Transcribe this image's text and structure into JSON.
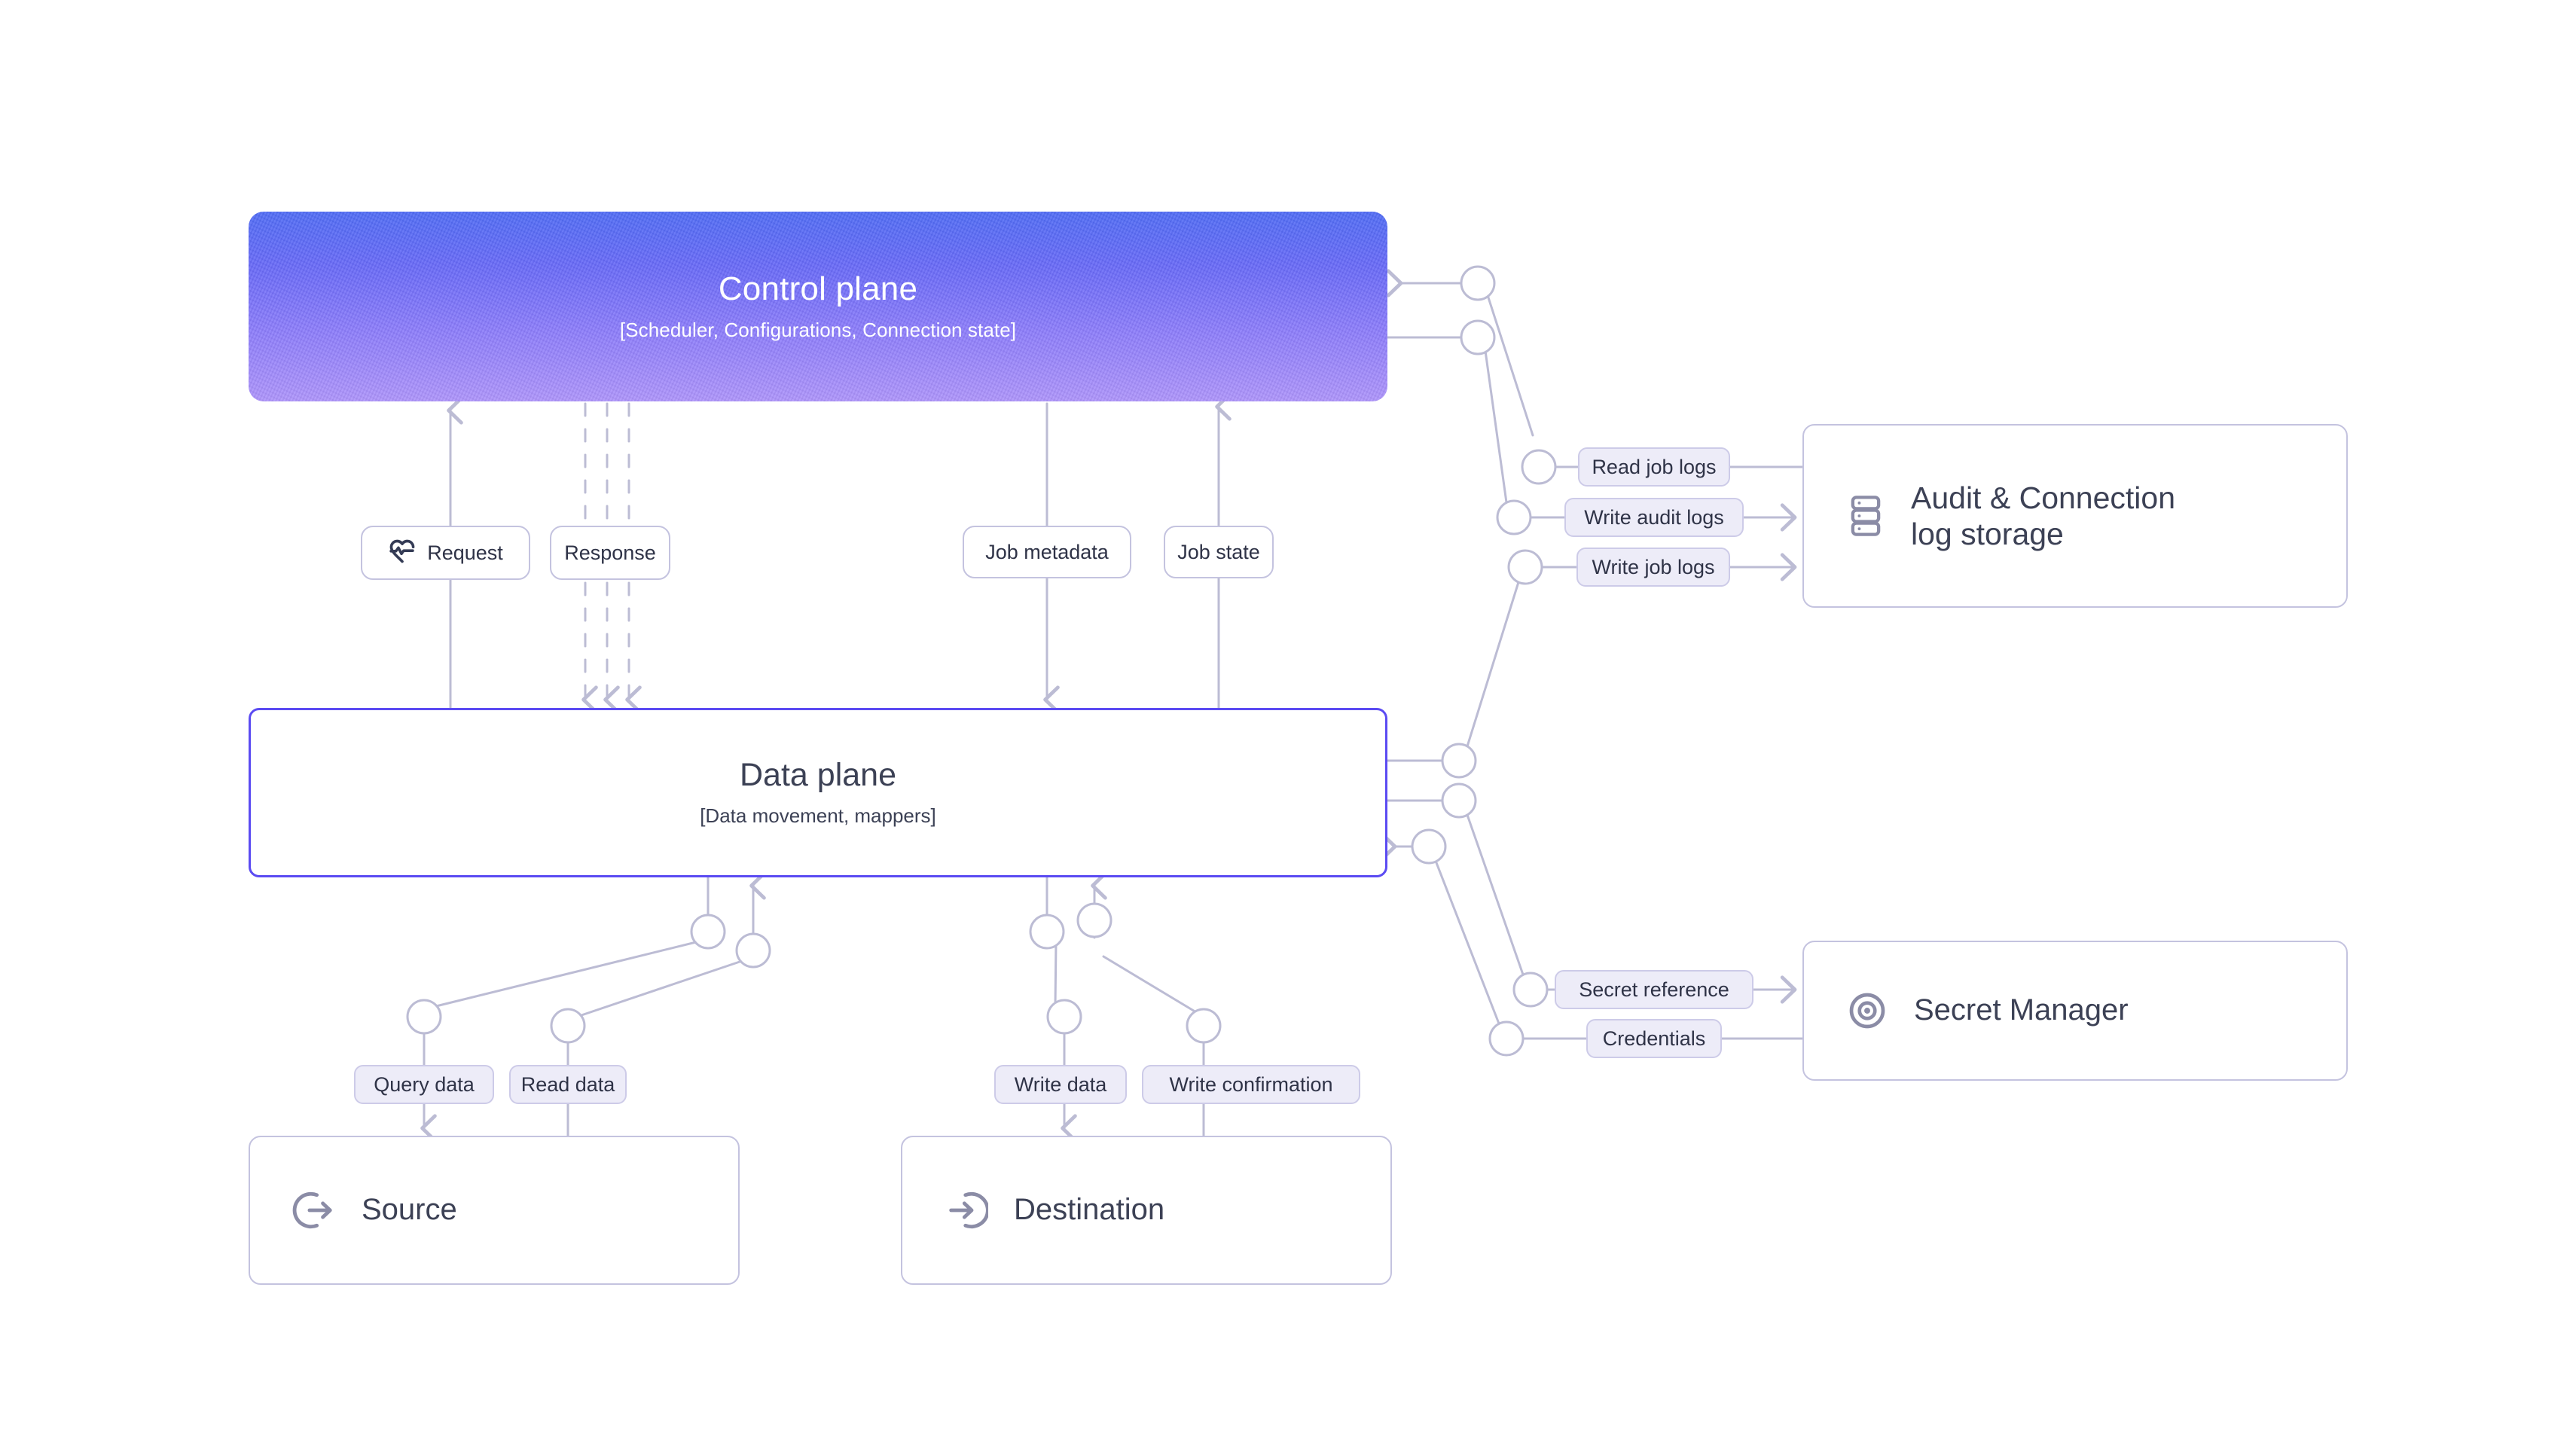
{
  "diagram": {
    "title": "Control plane / Data plane architecture",
    "colors": {
      "control_plane_gradient_from": "#4f6bf5",
      "control_plane_gradient_to": "#ad93fb",
      "data_plane_border": "#5b4bf2",
      "chip_fill": "#edecf8",
      "chip_border": "#cdcbe8",
      "box_border": "#c4c3df",
      "wire": "#bcbcd4",
      "text": "#3c4155",
      "background": "#ffffff"
    }
  },
  "nodes": {
    "control_plane": {
      "title": "Control plane",
      "subtitle": "[Scheduler, Configurations, Connection state]"
    },
    "data_plane": {
      "title": "Data plane",
      "subtitle": "[Data movement, mappers]"
    },
    "audit_storage": {
      "label": "Audit & Connection log storage",
      "label_line1": "Audit & Connection",
      "label_line2": "log storage",
      "icon": "server-stack-icon"
    },
    "secret_manager": {
      "label": "Secret Manager",
      "icon": "eye-target-icon"
    },
    "source": {
      "label": "Source",
      "icon": "log-out-circle-icon"
    },
    "destination": {
      "label": "Destination",
      "icon": "log-in-circle-icon"
    }
  },
  "edge_labels": {
    "request": "Request",
    "request_icon": "heart-pulse-icon",
    "response": "Response",
    "job_metadata": "Job metadata",
    "job_state": "Job state",
    "read_job_logs": "Read job logs",
    "write_audit_logs": "Write audit logs",
    "write_job_logs": "Write job logs",
    "secret_reference": "Secret reference",
    "credentials": "Credentials",
    "query_data": "Query data",
    "read_data": "Read data",
    "write_data": "Write data",
    "write_confirmation": "Write confirmation"
  }
}
